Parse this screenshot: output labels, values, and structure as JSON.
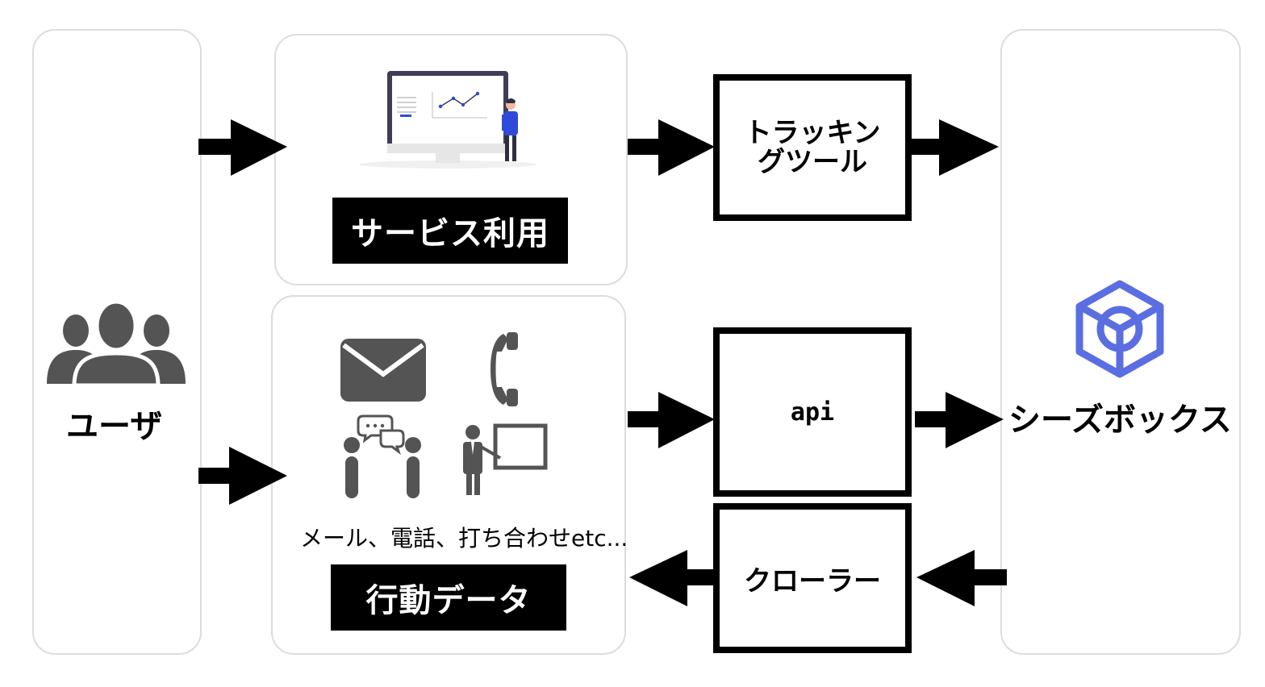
{
  "user_panel": {
    "label": "ユーザ",
    "icon": "users-group-icon"
  },
  "service_panel": {
    "label": "サービス利用",
    "icon": "monitor-presentation-icon"
  },
  "behavior_panel": {
    "label": "行動データ",
    "caption": "メール、電話、打ち合わせetc...",
    "icons": [
      "mail-icon",
      "phone-icon",
      "conversation-icon",
      "presentation-icon"
    ]
  },
  "tracking_tool": {
    "line1": "トラッキン",
    "line2": "グツール"
  },
  "api_box": {
    "label": "api"
  },
  "crawler_box": {
    "label": "クローラー"
  },
  "seasbox_panel": {
    "label": "シーズボックス",
    "icon": "seasbox-logo-icon",
    "brand_color": "#5b6ee1"
  },
  "colors": {
    "arrow": "#000000",
    "panel_border": "#dcdcdc",
    "icon_gray": "#545454",
    "accent_blue": "#2f4ad8"
  }
}
